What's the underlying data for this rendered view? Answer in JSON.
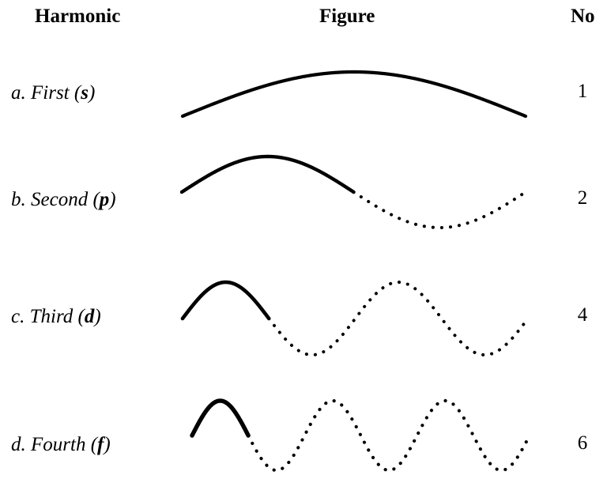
{
  "header": {
    "col_harmonic": "Harmonic",
    "col_figure": "Figure",
    "col_no": "No"
  },
  "rows": [
    {
      "label_prefix": "a. First (",
      "label_term": "s",
      "label_suffix": ")",
      "number": "1",
      "figure": {
        "icon": "half-sine-wave-solid",
        "solid_half_cycles": 1,
        "dotted_half_cycles": 0,
        "total_half_cycles": 1
      }
    },
    {
      "label_prefix": "b. Second (",
      "label_term": "p",
      "label_suffix": ")",
      "number": "2",
      "figure": {
        "icon": "full-sine-wave-half-solid",
        "solid_half_cycles": 1,
        "dotted_half_cycles": 1,
        "total_half_cycles": 2
      }
    },
    {
      "label_prefix": "c. Third (",
      "label_term": "d",
      "label_suffix": ")",
      "number": "4",
      "figure": {
        "icon": "double-sine-wave-quarter-solid",
        "solid_half_cycles": 1,
        "dotted_half_cycles": 3,
        "total_half_cycles": 4
      }
    },
    {
      "label_prefix": "d. Fourth (",
      "label_term": "f",
      "label_suffix": ")",
      "number": "6",
      "figure": {
        "icon": "triple-sine-wave-sixth-solid",
        "solid_half_cycles": 1,
        "dotted_half_cycles": 5,
        "total_half_cycles": 6
      }
    }
  ],
  "style": {
    "ink": "#000000",
    "paper": "#ffffff"
  }
}
